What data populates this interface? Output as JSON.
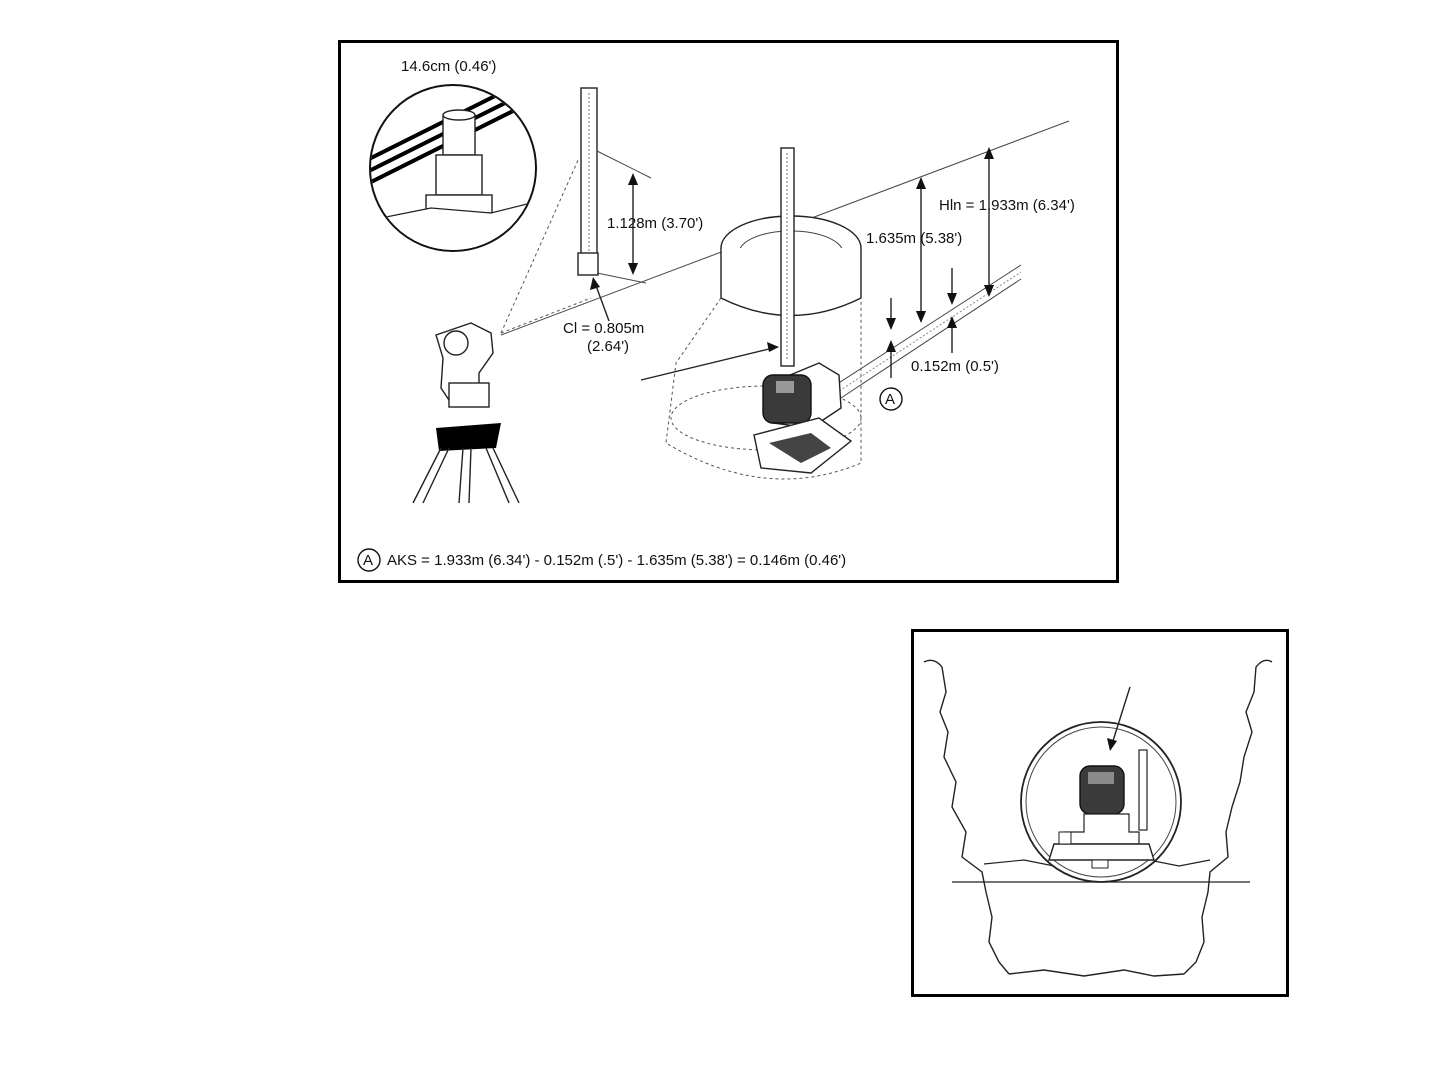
{
  "main_figure": {
    "labels": {
      "inset_measure": "14.6cm (0.46')",
      "rod_height": "1.128m (3.70')",
      "hin": "Hln = 1.933m (6.34')",
      "depth": "1.635m (5.38')",
      "ci_line1": "Cl = 0.805m",
      "ci_line2": "(2.64')",
      "offset": "0.152m (0.5')",
      "callout": "A"
    },
    "caption": {
      "letter": "A",
      "text": "AKS = 1.933m (6.34') - 0.152m (.5') - 1.635m (5.38') = 0.146m (0.46')"
    }
  },
  "detail_figure": {}
}
